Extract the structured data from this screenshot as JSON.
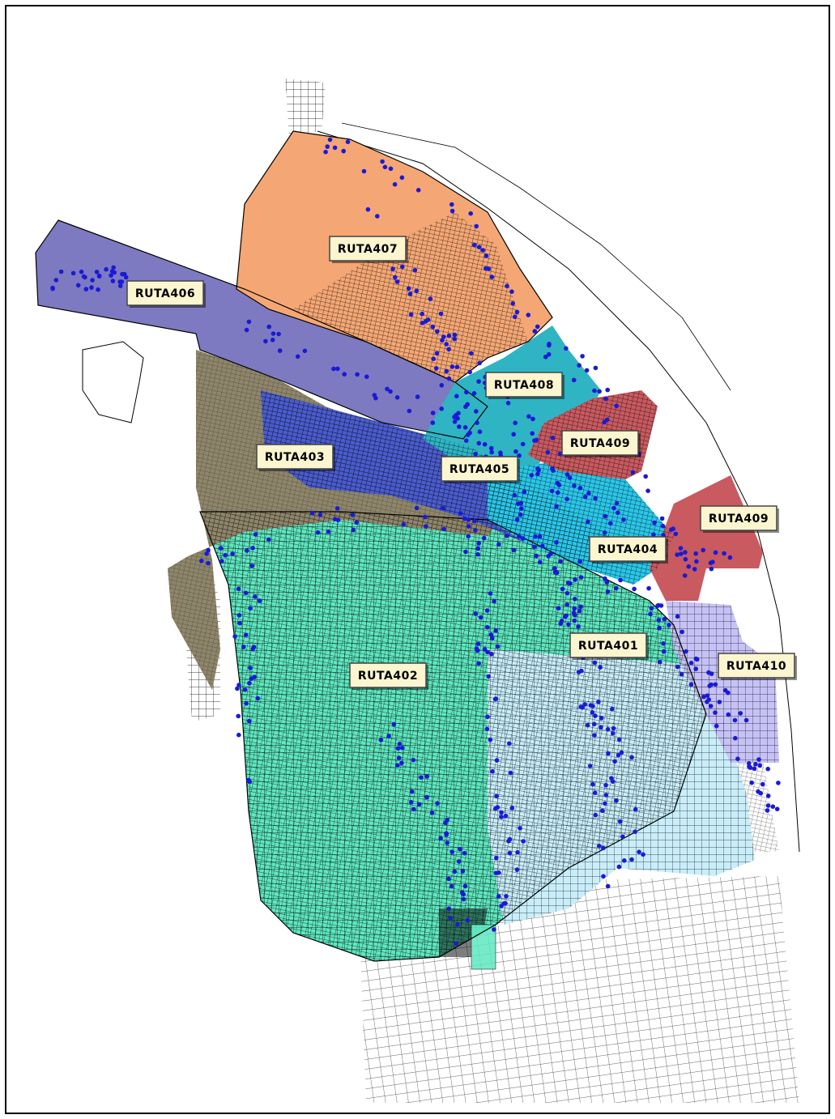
{
  "map": {
    "colors": {
      "ruta401": "#c9eefa",
      "ruta402": "#5fe8c0",
      "ruta403": "#8e856a",
      "ruta404": "#2ac6e8",
      "ruta405": "#4a5ccd",
      "ruta406": "#7d7ac2",
      "ruta407": "#f4a774",
      "ruta408": "#2fb4c4",
      "ruta409": "#c85a60",
      "ruta410": "#c6c2f6",
      "points": "#1a1ad6",
      "label_bg": "#fbf5d0"
    },
    "labels": [
      {
        "id": "ruta407",
        "text": "RUTA407"
      },
      {
        "id": "ruta406",
        "text": "RUTA406"
      },
      {
        "id": "ruta408",
        "text": "RUTA408"
      },
      {
        "id": "ruta409a",
        "text": "RUTA409"
      },
      {
        "id": "ruta403",
        "text": "RUTA403"
      },
      {
        "id": "ruta405",
        "text": "RUTA405"
      },
      {
        "id": "ruta409b",
        "text": "RUTA409"
      },
      {
        "id": "ruta404",
        "text": "RUTA404"
      },
      {
        "id": "ruta410",
        "text": "RUTA410"
      },
      {
        "id": "ruta402",
        "text": "RUTA402"
      },
      {
        "id": "ruta401",
        "text": "RUTA401"
      }
    ]
  }
}
